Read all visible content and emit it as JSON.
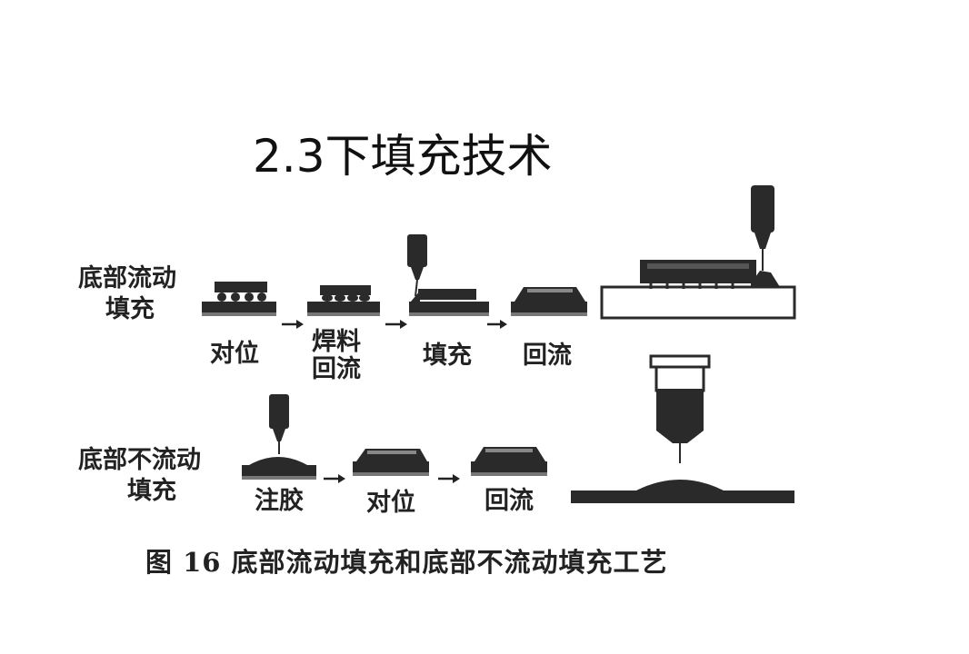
{
  "title": "2.3下填充技术",
  "rows": [
    {
      "label_line1": "底部流动",
      "label_line2": "填充",
      "steps": [
        "对位",
        "焊料回流",
        "填充",
        "回流"
      ]
    },
    {
      "label_line1": "底部不流动",
      "label_line2": "填充",
      "steps": [
        "注胶",
        "对位",
        "回流"
      ]
    }
  ],
  "caption": "图 16  底部流动填充和底部不流动填充工艺"
}
